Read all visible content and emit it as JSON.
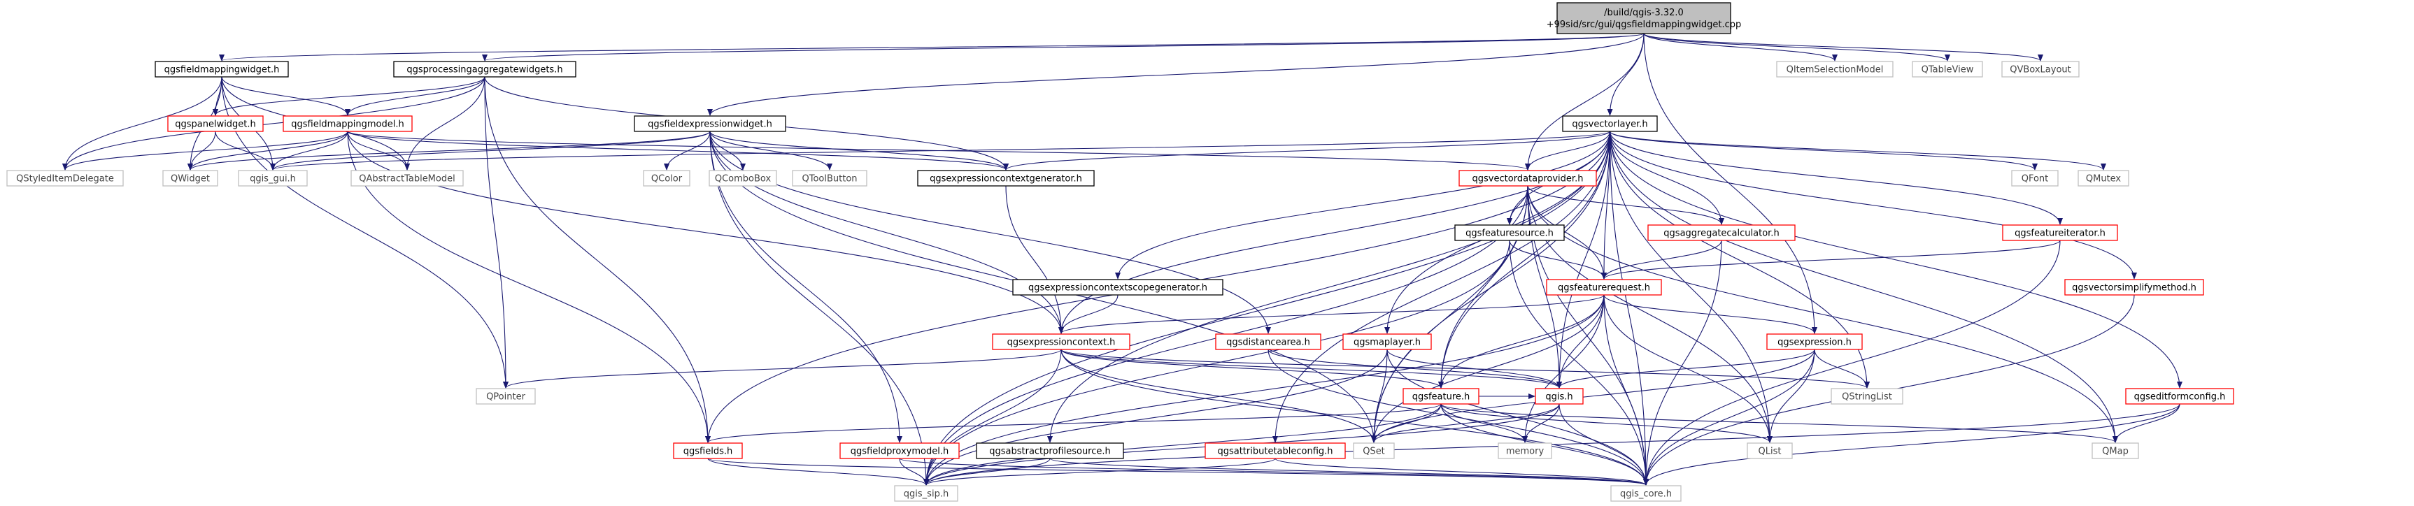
{
  "diagram": {
    "type": "include-dependency-graph",
    "colors": {
      "edge": "#191970",
      "root_fill": "#bfbfbf",
      "root_border": "#000000",
      "documented_border": "#000000",
      "has_more_border": "#ff0000",
      "undocumented_border": "#bfbfbf",
      "fill": "#ffffff",
      "text": "#000000",
      "muted_text": "#444444"
    },
    "nodes": [
      {
        "id": "root",
        "lines": [
          "/build/qgis-3.32.0",
          "+99sid/src/gui/qgsfieldmappingwidget.cpp"
        ],
        "kind": "root"
      },
      {
        "id": "n_fmw",
        "lines": [
          "qgsfieldmappingwidget.h"
        ],
        "kind": "documented"
      },
      {
        "id": "n_paw",
        "lines": [
          "qgsprocessingaggregatewidgets.h"
        ],
        "kind": "documented"
      },
      {
        "id": "n_fmm",
        "lines": [
          "qgsfieldmappingmodel.h"
        ],
        "kind": "has-more"
      },
      {
        "id": "n_pw",
        "lines": [
          "qgspanelwidget.h"
        ],
        "kind": "has-more"
      },
      {
        "id": "n_few",
        "lines": [
          "qgsfieldexpressionwidget.h"
        ],
        "kind": "documented"
      },
      {
        "id": "n_vl",
        "lines": [
          "qgsvectorlayer.h"
        ],
        "kind": "documented"
      },
      {
        "id": "n_qism",
        "lines": [
          "QItemSelectionModel"
        ],
        "kind": "undocumented"
      },
      {
        "id": "n_qtv",
        "lines": [
          "QTableView"
        ],
        "kind": "undocumented"
      },
      {
        "id": "n_qvbl",
        "lines": [
          "QVBoxLayout"
        ],
        "kind": "undocumented"
      },
      {
        "id": "n_qsid",
        "lines": [
          "QStyledItemDelegate"
        ],
        "kind": "undocumented"
      },
      {
        "id": "n_qw",
        "lines": [
          "QWidget"
        ],
        "kind": "undocumented"
      },
      {
        "id": "n_qgisgui",
        "lines": [
          "qgis_gui.h"
        ],
        "kind": "undocumented"
      },
      {
        "id": "n_qatm",
        "lines": [
          "QAbstractTableModel"
        ],
        "kind": "undocumented"
      },
      {
        "id": "n_qcolor",
        "lines": [
          "QColor"
        ],
        "kind": "undocumented"
      },
      {
        "id": "n_qcb",
        "lines": [
          "QComboBox"
        ],
        "kind": "undocumented"
      },
      {
        "id": "n_qtb",
        "lines": [
          "QToolButton"
        ],
        "kind": "undocumented"
      },
      {
        "id": "n_ecg",
        "lines": [
          "qgsexpressioncontextgenerator.h"
        ],
        "kind": "documented"
      },
      {
        "id": "n_vdp",
        "lines": [
          "qgsvectordataprovider.h"
        ],
        "kind": "has-more"
      },
      {
        "id": "n_qfont",
        "lines": [
          "QFont"
        ],
        "kind": "undocumented"
      },
      {
        "id": "n_qmutex",
        "lines": [
          "QMutex"
        ],
        "kind": "undocumented"
      },
      {
        "id": "n_fs",
        "lines": [
          "qgsfeaturesource.h"
        ],
        "kind": "documented"
      },
      {
        "id": "n_ac",
        "lines": [
          "qgsaggregatecalculator.h"
        ],
        "kind": "has-more"
      },
      {
        "id": "n_fi",
        "lines": [
          "qgsfeatureiterator.h"
        ],
        "kind": "has-more"
      },
      {
        "id": "n_ecsg",
        "lines": [
          "qgsexpressioncontextscopegenerator.h"
        ],
        "kind": "documented"
      },
      {
        "id": "n_fr",
        "lines": [
          "qgsfeaturerequest.h"
        ],
        "kind": "has-more"
      },
      {
        "id": "n_vsm",
        "lines": [
          "qgsvectorsimplifymethod.h"
        ],
        "kind": "has-more"
      },
      {
        "id": "n_ec",
        "lines": [
          "qgsexpressioncontext.h"
        ],
        "kind": "has-more"
      },
      {
        "id": "n_da",
        "lines": [
          "qgsdistancearea.h"
        ],
        "kind": "has-more"
      },
      {
        "id": "n_ml",
        "lines": [
          "qgsmaplayer.h"
        ],
        "kind": "has-more"
      },
      {
        "id": "n_expr",
        "lines": [
          "qgsexpression.h"
        ],
        "kind": "has-more"
      },
      {
        "id": "n_qpointer",
        "lines": [
          "QPointer"
        ],
        "kind": "undocumented"
      },
      {
        "id": "n_feat",
        "lines": [
          "qgsfeature.h"
        ],
        "kind": "has-more"
      },
      {
        "id": "n_qgish",
        "lines": [
          "qgis.h"
        ],
        "kind": "has-more"
      },
      {
        "id": "n_qsl",
        "lines": [
          "QStringList"
        ],
        "kind": "undocumented"
      },
      {
        "id": "n_efc",
        "lines": [
          "qgseditformconfig.h"
        ],
        "kind": "has-more"
      },
      {
        "id": "n_fields",
        "lines": [
          "qgsfields.h"
        ],
        "kind": "has-more"
      },
      {
        "id": "n_fpm",
        "lines": [
          "qgsfieldproxymodel.h"
        ],
        "kind": "has-more"
      },
      {
        "id": "n_aps",
        "lines": [
          "qgsabstractprofilesource.h"
        ],
        "kind": "documented"
      },
      {
        "id": "n_atc",
        "lines": [
          "qgsattributetableconfig.h"
        ],
        "kind": "has-more"
      },
      {
        "id": "n_qset",
        "lines": [
          "QSet"
        ],
        "kind": "undocumented"
      },
      {
        "id": "n_memory",
        "lines": [
          "memory"
        ],
        "kind": "undocumented"
      },
      {
        "id": "n_qlist",
        "lines": [
          "QList"
        ],
        "kind": "undocumented"
      },
      {
        "id": "n_qmap",
        "lines": [
          "QMap"
        ],
        "kind": "undocumented"
      },
      {
        "id": "n_sip",
        "lines": [
          "qgis_sip.h"
        ],
        "kind": "undocumented"
      },
      {
        "id": "n_core",
        "lines": [
          "qgis_core.h"
        ],
        "kind": "undocumented"
      }
    ],
    "edges": [
      [
        "root",
        "n_fmw"
      ],
      [
        "root",
        "n_paw"
      ],
      [
        "root",
        "n_few"
      ],
      [
        "root",
        "n_vl"
      ],
      [
        "root",
        "n_vdp"
      ],
      [
        "root",
        "n_expr"
      ],
      [
        "root",
        "n_qism"
      ],
      [
        "root",
        "n_qtv"
      ],
      [
        "root",
        "n_qvbl"
      ],
      [
        "n_fmw",
        "n_fmm"
      ],
      [
        "n_fmw",
        "n_pw"
      ],
      [
        "n_fmw",
        "n_qsid"
      ],
      [
        "n_fmw",
        "n_qw"
      ],
      [
        "n_fmw",
        "n_qgisgui"
      ],
      [
        "n_fmw",
        "n_qatm"
      ],
      [
        "n_fmw",
        "n_qpointer"
      ],
      [
        "n_paw",
        "n_qsid"
      ],
      [
        "n_paw",
        "n_fmm"
      ],
      [
        "n_paw",
        "n_pw"
      ],
      [
        "n_paw",
        "n_qatm"
      ],
      [
        "n_paw",
        "n_ecg"
      ],
      [
        "n_paw",
        "n_fields"
      ],
      [
        "n_paw",
        "n_qpointer"
      ],
      [
        "n_fmm",
        "n_qsid"
      ],
      [
        "n_fmm",
        "n_qw"
      ],
      [
        "n_fmm",
        "n_qgisgui"
      ],
      [
        "n_fmm",
        "n_qatm"
      ],
      [
        "n_fmm",
        "n_ecg"
      ],
      [
        "n_fmm",
        "n_vdp"
      ],
      [
        "n_fmm",
        "n_fields"
      ],
      [
        "n_fmm",
        "n_ec"
      ],
      [
        "n_pw",
        "n_qw"
      ],
      [
        "n_pw",
        "n_qgisgui"
      ],
      [
        "n_few",
        "n_qw"
      ],
      [
        "n_few",
        "n_qgisgui"
      ],
      [
        "n_few",
        "n_qcolor"
      ],
      [
        "n_few",
        "n_qcb"
      ],
      [
        "n_few",
        "n_qtb"
      ],
      [
        "n_few",
        "n_ecg"
      ],
      [
        "n_few",
        "n_ec"
      ],
      [
        "n_few",
        "n_da"
      ],
      [
        "n_few",
        "n_fpm"
      ],
      [
        "n_few",
        "n_qset"
      ],
      [
        "n_few",
        "n_sip"
      ],
      [
        "n_vl",
        "n_qgisgui"
      ],
      [
        "n_vl",
        "n_ecg"
      ],
      [
        "n_vl",
        "n_vdp"
      ],
      [
        "n_vl",
        "n_qfont"
      ],
      [
        "n_vl",
        "n_qmutex"
      ],
      [
        "n_vl",
        "n_fs"
      ],
      [
        "n_vl",
        "n_ac"
      ],
      [
        "n_vl",
        "n_fi"
      ],
      [
        "n_vl",
        "n_ecsg"
      ],
      [
        "n_vl",
        "n_fr"
      ],
      [
        "n_vl",
        "n_vsm"
      ],
      [
        "n_vl",
        "n_ec"
      ],
      [
        "n_vl",
        "n_ml"
      ],
      [
        "n_vl",
        "n_feat"
      ],
      [
        "n_vl",
        "n_qgish"
      ],
      [
        "n_vl",
        "n_efc"
      ],
      [
        "n_vl",
        "n_fields"
      ],
      [
        "n_vl",
        "n_aps"
      ],
      [
        "n_vl",
        "n_atc"
      ],
      [
        "n_vl",
        "n_qset"
      ],
      [
        "n_vl",
        "n_qlist"
      ],
      [
        "n_vl",
        "n_qmap"
      ],
      [
        "n_vl",
        "n_qsl"
      ],
      [
        "n_vl",
        "n_sip"
      ],
      [
        "n_vl",
        "n_core"
      ],
      [
        "n_ecg",
        "n_ec"
      ],
      [
        "n_vdp",
        "n_fs"
      ],
      [
        "n_vdp",
        "n_ac"
      ],
      [
        "n_vdp",
        "n_fr"
      ],
      [
        "n_vdp",
        "n_feat"
      ],
      [
        "n_vdp",
        "n_qgish"
      ],
      [
        "n_vdp",
        "n_qset"
      ],
      [
        "n_vdp",
        "n_qlist"
      ],
      [
        "n_vdp",
        "n_qmap"
      ],
      [
        "n_vdp",
        "n_sip"
      ],
      [
        "n_vdp",
        "n_core"
      ],
      [
        "n_fs",
        "n_fr"
      ],
      [
        "n_fs",
        "n_sip"
      ],
      [
        "n_fs",
        "n_core"
      ],
      [
        "n_ac",
        "n_fr"
      ],
      [
        "n_ac",
        "n_core"
      ],
      [
        "n_fi",
        "n_fr"
      ],
      [
        "n_fi",
        "n_core"
      ],
      [
        "n_ecsg",
        "n_ec"
      ],
      [
        "n_fr",
        "n_ec"
      ],
      [
        "n_fr",
        "n_expr"
      ],
      [
        "n_fr",
        "n_feat"
      ],
      [
        "n_fr",
        "n_qgish"
      ],
      [
        "n_fr",
        "n_qset"
      ],
      [
        "n_fr",
        "n_memory"
      ],
      [
        "n_fr",
        "n_qlist"
      ],
      [
        "n_fr",
        "n_sip"
      ],
      [
        "n_fr",
        "n_core"
      ],
      [
        "n_vsm",
        "n_core"
      ],
      [
        "n_ec",
        "n_qpointer"
      ],
      [
        "n_ec",
        "n_feat"
      ],
      [
        "n_ec",
        "n_qgish"
      ],
      [
        "n_ec",
        "n_qset"
      ],
      [
        "n_ec",
        "n_qsl"
      ],
      [
        "n_ec",
        "n_sip"
      ],
      [
        "n_ec",
        "n_core"
      ],
      [
        "n_da",
        "n_qgish"
      ],
      [
        "n_da",
        "n_core"
      ],
      [
        "n_ml",
        "n_qgish"
      ],
      [
        "n_ml",
        "n_qset"
      ],
      [
        "n_ml",
        "n_sip"
      ],
      [
        "n_ml",
        "n_core"
      ],
      [
        "n_expr",
        "n_qgish"
      ],
      [
        "n_expr",
        "n_qsl"
      ],
      [
        "n_expr",
        "n_qlist"
      ],
      [
        "n_expr",
        "n_qset"
      ],
      [
        "n_expr",
        "n_core"
      ],
      [
        "n_feat",
        "n_fields"
      ],
      [
        "n_feat",
        "n_qgish"
      ],
      [
        "n_feat",
        "n_qset"
      ],
      [
        "n_feat",
        "n_memory"
      ],
      [
        "n_feat",
        "n_qlist"
      ],
      [
        "n_feat",
        "n_qmap"
      ],
      [
        "n_feat",
        "n_sip"
      ],
      [
        "n_feat",
        "n_core"
      ],
      [
        "n_qgish",
        "n_qset"
      ],
      [
        "n_qgish",
        "n_memory"
      ],
      [
        "n_qgish",
        "n_sip"
      ],
      [
        "n_qgish",
        "n_core"
      ],
      [
        "n_efc",
        "n_qmap"
      ],
      [
        "n_efc",
        "n_sip"
      ],
      [
        "n_efc",
        "n_core"
      ],
      [
        "n_fields",
        "n_sip"
      ],
      [
        "n_fields",
        "n_core"
      ],
      [
        "n_fpm",
        "n_sip"
      ],
      [
        "n_fpm",
        "n_core"
      ],
      [
        "n_aps",
        "n_sip"
      ],
      [
        "n_aps",
        "n_core"
      ],
      [
        "n_atc",
        "n_sip"
      ],
      [
        "n_atc",
        "n_core"
      ]
    ]
  }
}
